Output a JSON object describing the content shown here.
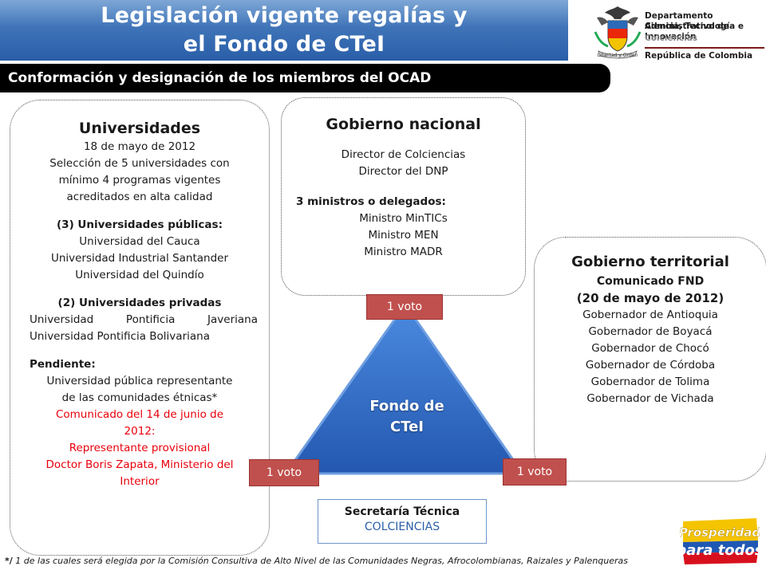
{
  "header": {
    "title_line1": "Legislación vigente regalías y",
    "title_line2": "el Fondo de CTeI",
    "org_line1": "Departamento Administrativo de",
    "org_line2": "Ciencia, Tecnología e Innovación",
    "org_line3": "Colciencias",
    "org_line4": "República de Colombia",
    "crest_motto": "Libertad y Orden"
  },
  "subheader": "Conformación y designación de los miembros del OCAD",
  "universidades": {
    "title": "Universidades",
    "date": "18 de mayo de 2012",
    "desc": [
      "Selección de 5 universidades con",
      "mínimo 4 programas vigentes",
      "acreditados en alta calidad"
    ],
    "publicas_head": "(3) Universidades públicas:",
    "publicas": [
      "Universidad del Cauca",
      "Universidad Industrial Santander",
      "Universidad del Quindío"
    ],
    "privadas_head": "(2) Universidades privadas",
    "privadas_1": [
      "Universidad",
      "Pontificia",
      "Javeriana"
    ],
    "privadas_2": "Universidad Pontificia Bolivariana",
    "pendiente_head": "Pendiente:",
    "pendiente": [
      "Universidad pública representante",
      "de las comunidades étnicas*"
    ],
    "red_lines": [
      "Comunicado del 14 de junio de",
      "2012:",
      "Representante provisional",
      "Doctor Boris Zapata, Ministerio del",
      "Interior"
    ]
  },
  "gobierno_nacional": {
    "title": "Gobierno nacional",
    "directors": [
      "Director de Colciencias",
      "Director del DNP"
    ],
    "ministros_head": "3 ministros o delegados:",
    "ministros": [
      "Ministro MinTICs",
      "Ministro MEN",
      "Ministro MADR"
    ]
  },
  "gobierno_territorial": {
    "title": "Gobierno territorial",
    "comunicado": "Comunicado  FND",
    "date": "(20 de mayo de 2012)",
    "gobernadores": [
      "Gobernador de Antioquia",
      "Gobernador de Boyacá",
      "Gobernador de Chocó",
      "Gobernador de Córdoba",
      "Gobernador de Tolima",
      "Gobernador de Vichada"
    ]
  },
  "fondo": {
    "line1": "Fondo de",
    "line2": "CTeI"
  },
  "votes": {
    "top": "1 voto",
    "left": "1 voto",
    "right": "1 voto"
  },
  "secretaria": {
    "title": "Secretaría Técnica",
    "org": "COLCIENCIAS"
  },
  "footnote_marker": "*/",
  "footnote": "1 de las cuales será elegida por la Comisión Consultiva de Alto Nivel de las Comunidades Negras, Afrocolombianas, Raizales y Palenqueras",
  "prosperidad": {
    "line1": "Prosperidad",
    "line2": "para todos"
  },
  "colors": {
    "header_blue": "#2a5ea8",
    "vote_red": "#c0504d",
    "triangle_blue": "#2e6bc6",
    "alert_red": "#e8000b"
  }
}
